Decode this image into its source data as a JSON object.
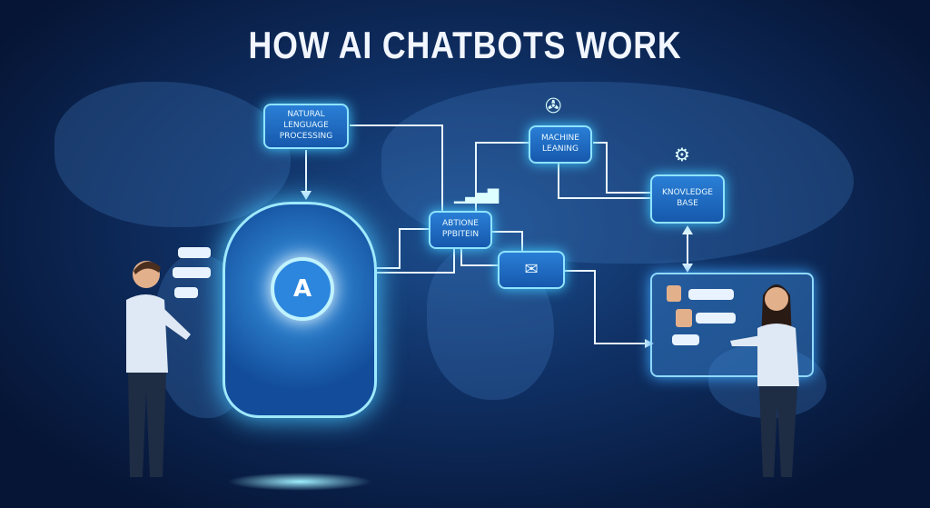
{
  "title": "HOW AI CHATBOTS WORK",
  "nodes": {
    "nlp": "Natural Lenguage Processing",
    "ml": "Machine Leaning",
    "kb": "Knovledge Base",
    "ab": "Abtione Ppbitein"
  },
  "robot_label": "A",
  "icons": [
    "envelope-icon",
    "chart-icon",
    "film-reel-icon",
    "robot-icon"
  ],
  "colors": {
    "accent": "#3fc8ff",
    "background": "#0f2f63"
  }
}
